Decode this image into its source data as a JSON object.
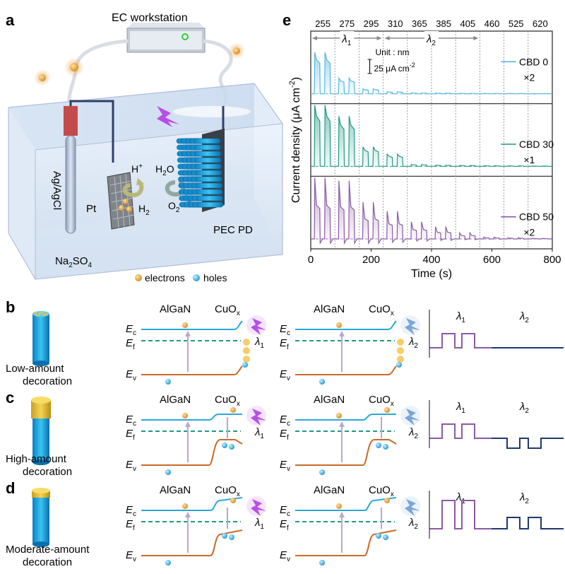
{
  "panels": {
    "a": {
      "letter": "a",
      "workstation": "EC workstation",
      "ref_electrode": "Ag/AgCl",
      "counter_electrode": "Pt",
      "h_plus": "H",
      "h_plus_sup": "+",
      "h2": "H",
      "h2_sub": "2",
      "h2o": "H",
      "h2o_sub": "2",
      "h2o_end": "O",
      "o2": "O",
      "o2_sub": "2",
      "device": "PEC PD",
      "electrolyte": "Na",
      "electrolyte_sub": "2",
      "electrolyte_end": "SO",
      "electrolyte_sub2": "4",
      "legend_electrons": "electrons",
      "legend_holes": "holes",
      "colors": {
        "electron": "#e8a23a",
        "hole": "#39aee8"
      }
    },
    "e": {
      "letter": "e",
      "unit_label": "Unit : nm",
      "scale_value": "25 μA cm",
      "scale_sup": "-2",
      "lambda1": "λ",
      "lambda1_sub": "1",
      "lambda2": "λ",
      "lambda2_sub": "2"
    },
    "rows": [
      {
        "letter": "b",
        "caption_line1": "Low-amount",
        "caption_line2": "decoration"
      },
      {
        "letter": "c",
        "caption_line1": "High-amount",
        "caption_line2": "decoration"
      },
      {
        "letter": "d",
        "caption_line1": "Moderate-amount",
        "caption_line2": "decoration"
      }
    ],
    "band_labels": {
      "algan": "AlGaN",
      "cuox": "CuO",
      "cuox_sub": "x",
      "ec": "E",
      "ec_sub": "c",
      "ef": "E",
      "ef_sub": "f",
      "ev": "E",
      "ev_sub": "v",
      "lambda": "λ",
      "sub1": "1",
      "sub2": "2"
    }
  },
  "chart_data": {
    "type": "line",
    "xlabel": "Time (s)",
    "ylabel": "Current density (μA cm",
    "ylabel_sup": "-2",
    "ylabel_end": ")",
    "xlim": [
      0,
      800
    ],
    "xticks": [
      0,
      200,
      400,
      600,
      800
    ],
    "wavelengths": [
      "255",
      "275",
      "295",
      "310",
      "365",
      "385",
      "405",
      "460",
      "525",
      "620"
    ],
    "wavelength_boundaries_s": [
      0,
      80,
      160,
      240,
      320,
      400,
      480,
      560,
      640,
      720,
      800
    ],
    "series": [
      {
        "name": "CBD 0",
        "multiplier": "×2",
        "color": "#55b8e0",
        "peak_relative": [
          1.0,
          0.38,
          0.12,
          0.05,
          0.02,
          0.015,
          0.01,
          0.008,
          0.006,
          0.004
        ]
      },
      {
        "name": "CBD 30",
        "multiplier": "×1",
        "color": "#1f9a86",
        "peak_relative": [
          1.0,
          0.82,
          0.32,
          0.2,
          0.03,
          0.02,
          0.015,
          0.01,
          0.008,
          0.005
        ]
      },
      {
        "name": "CBD 50",
        "multiplier": "×2",
        "color": "#8a5aa8",
        "peak_relative": [
          1.0,
          0.95,
          0.6,
          0.45,
          0.28,
          0.2,
          0.1,
          0.03,
          0.02,
          0.01
        ]
      }
    ]
  }
}
